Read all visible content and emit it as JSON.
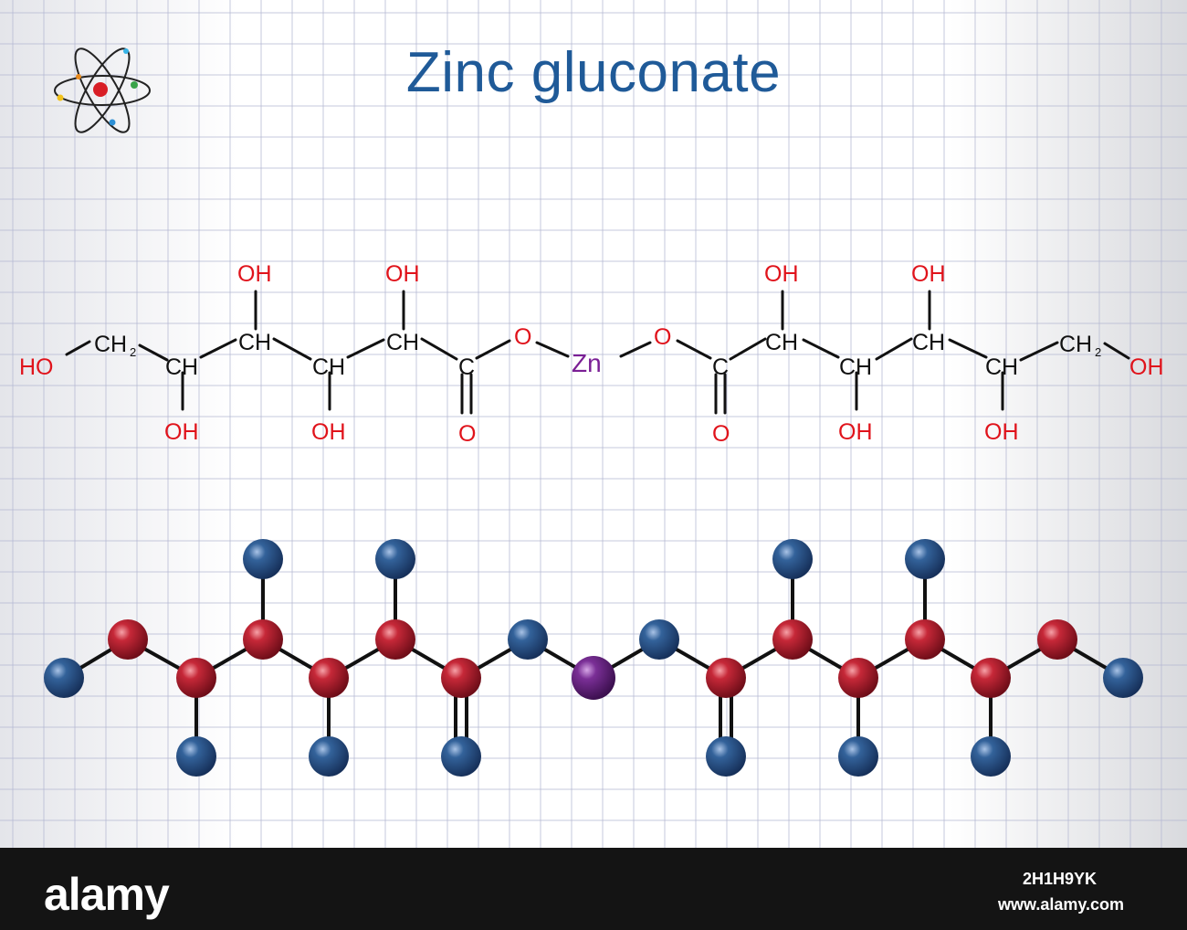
{
  "title": "Zinc gluconate",
  "colors": {
    "title": "#1f5a98",
    "carbon_label": "#111111",
    "oxygen_label": "#e0131b",
    "zinc_label": "#7a1f95",
    "ball_red": "#b0202c",
    "ball_blue": "#2d5a8e",
    "ball_purple": "#6a2a86",
    "grid": "#b4b8d2",
    "footer": "#141414"
  },
  "icons": {
    "logo": "atom-icon"
  },
  "structure": {
    "labels": {
      "ho_left": "HO",
      "ch2": "CH",
      "ch2_sub": "2",
      "ch": "CH",
      "c": "C",
      "o": "O",
      "oh": "OH",
      "zn": "Zn"
    }
  },
  "footer": {
    "brand": "alamy",
    "image_id": "2H1H9YK",
    "site": "www.alamy.com"
  }
}
